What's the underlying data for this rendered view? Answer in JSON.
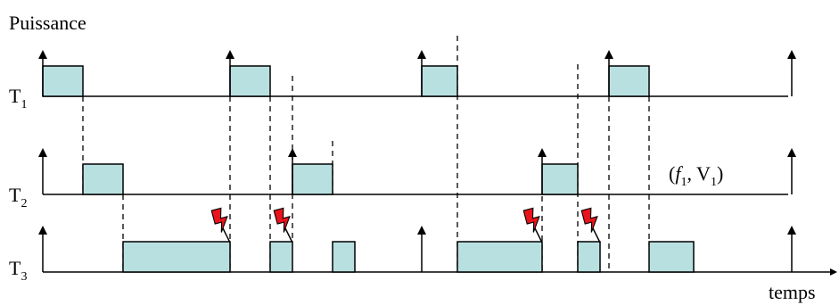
{
  "ylabel": "Puissance",
  "xlabel": "temps",
  "annotation": {
    "open": "(",
    "f": "f",
    "f_sub": "1",
    "mid": ", V",
    "v_sub": "1",
    "close": ")"
  },
  "colors": {
    "box_fill": "#b9e0e0",
    "stroke": "#000000",
    "bolt_red": "#e8141b"
  },
  "tasks": [
    {
      "name": "T",
      "sub": "1",
      "jobs": [
        [
          0.0,
          0.9
        ],
        [
          4.2,
          5.1
        ],
        [
          8.5,
          9.3
        ],
        [
          12.7,
          13.6
        ]
      ],
      "arrivals": [
        0.0,
        4.2,
        8.5,
        12.7,
        16.8
      ]
    },
    {
      "name": "T",
      "sub": "2",
      "jobs": [
        [
          0.9,
          1.8
        ],
        [
          5.6,
          6.5
        ],
        [
          11.2,
          12.0
        ]
      ],
      "arrivals": [
        0.0,
        5.6,
        11.2,
        16.8
      ]
    },
    {
      "name": "T",
      "sub": "3",
      "jobs": [
        [
          1.8,
          4.2
        ],
        [
          5.1,
          5.6
        ],
        [
          6.5,
          7.0
        ],
        [
          9.3,
          11.2
        ],
        [
          12.0,
          12.5
        ],
        [
          13.6,
          14.6
        ]
      ],
      "arrivals": [
        0.0,
        8.5,
        16.8
      ]
    }
  ],
  "deadline_misses": [
    {
      "task": 3,
      "t": 4.2
    },
    {
      "task": 3,
      "t": 5.6
    },
    {
      "task": 3,
      "t": 11.2
    },
    {
      "task": 3,
      "t": 12.5
    }
  ]
}
